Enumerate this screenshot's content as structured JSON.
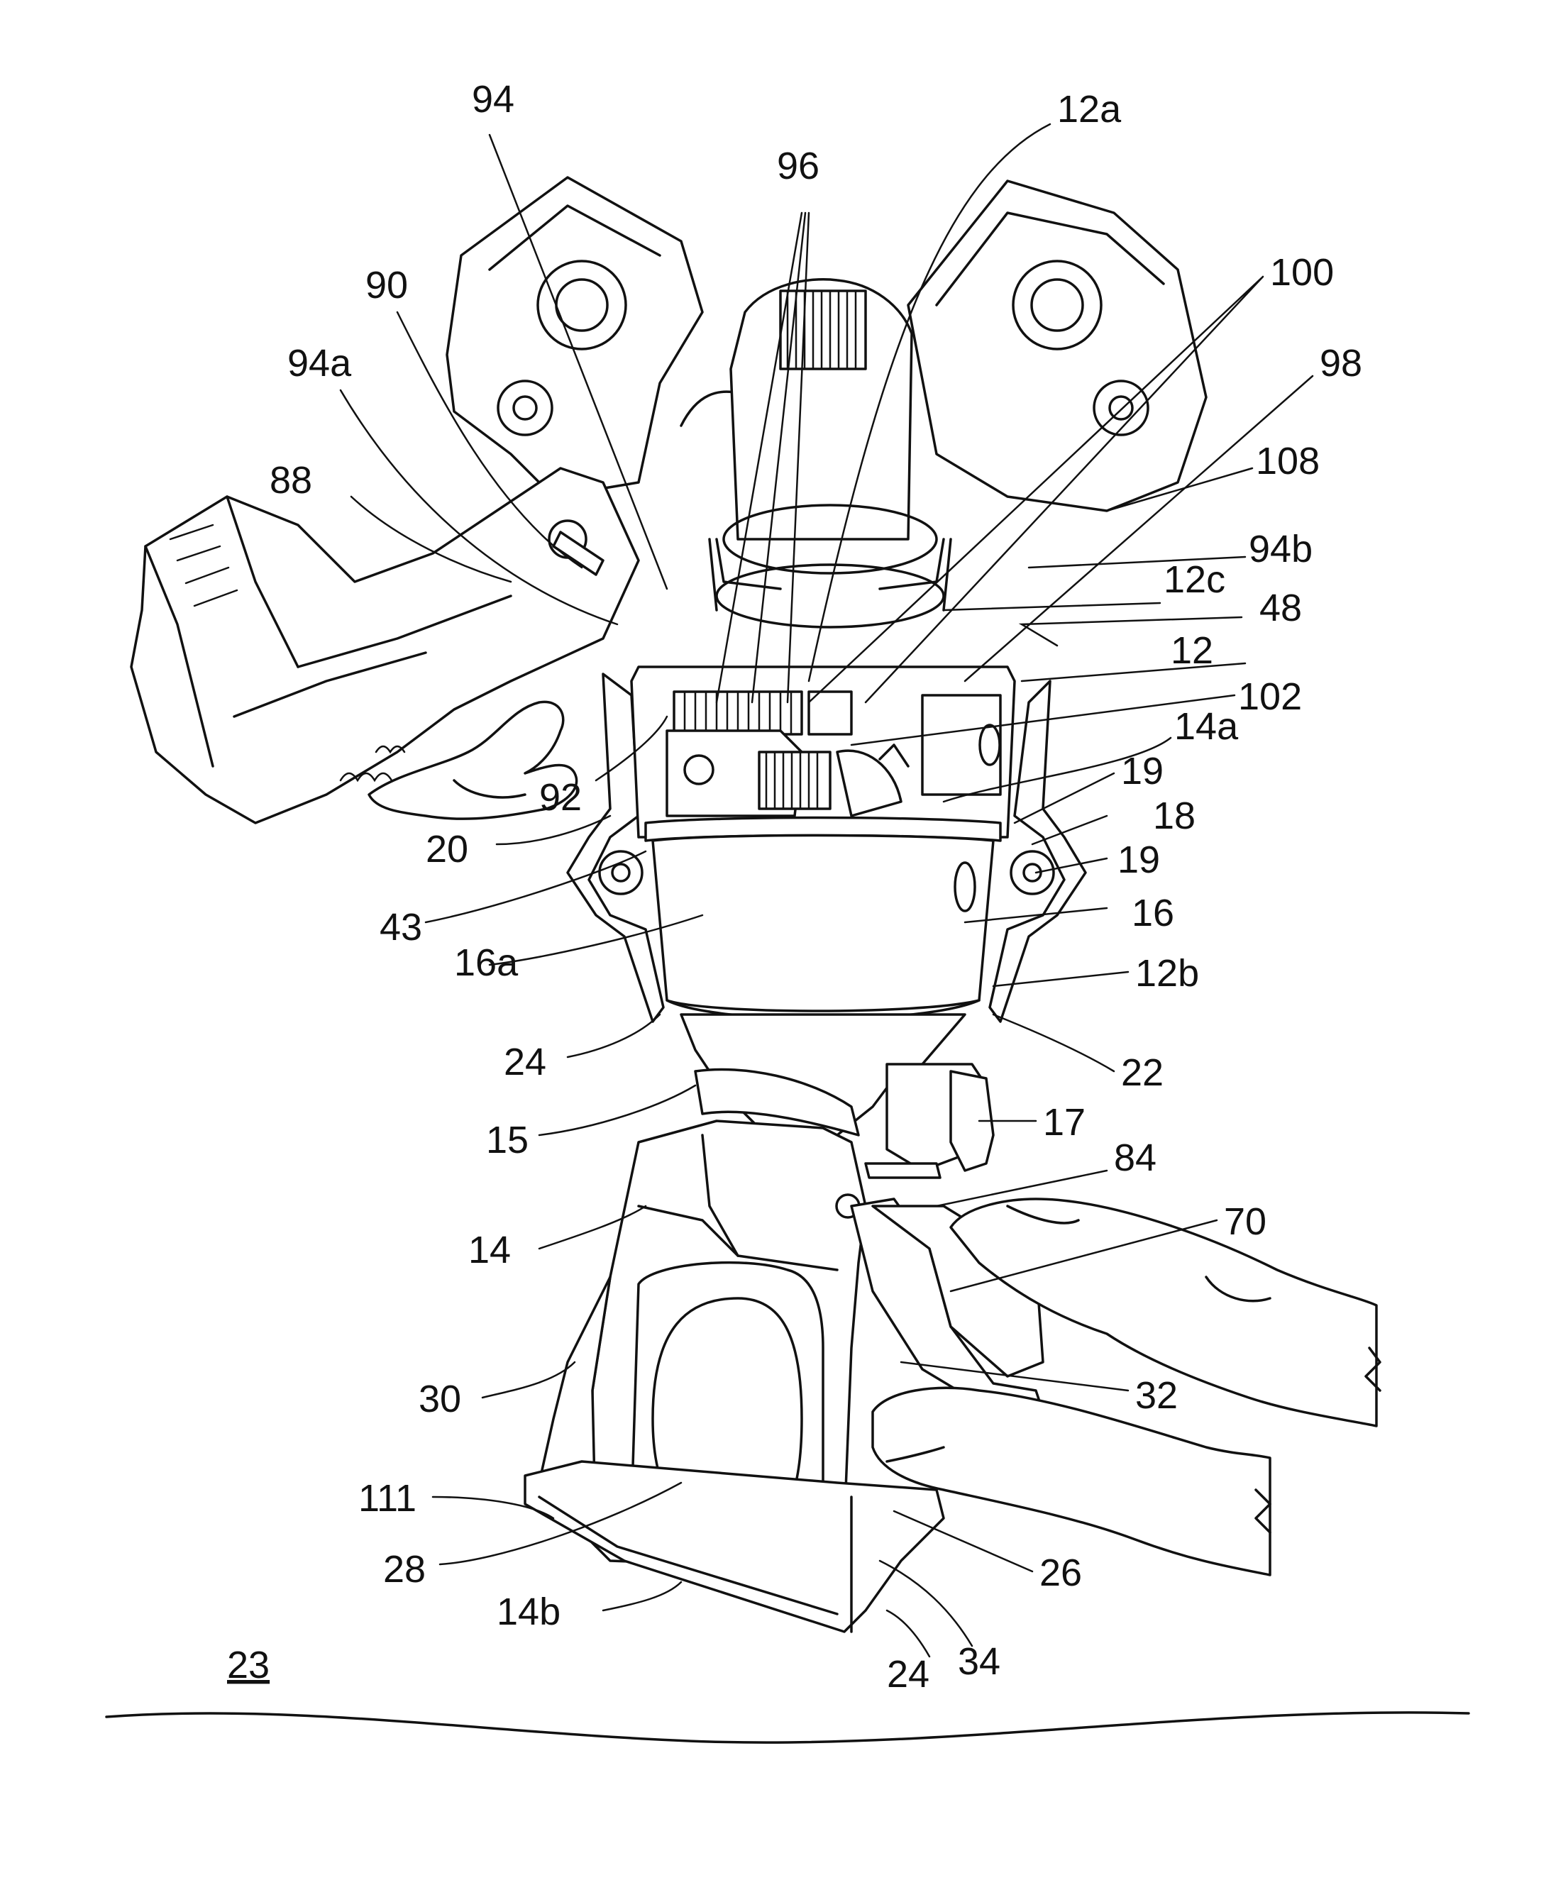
{
  "figure": {
    "labels": {
      "l94": "94",
      "l12a": "12a",
      "l96": "96",
      "l100": "100",
      "l90": "90",
      "l98": "98",
      "l94a": "94a",
      "l108": "108",
      "l88": "88",
      "l94b": "94b",
      "l12c": "12c",
      "l48": "48",
      "l12": "12",
      "l102": "102",
      "l14a": "14a",
      "l92": "92",
      "l19a": "19",
      "l18": "18",
      "l20": "20",
      "l19b": "19",
      "l43": "43",
      "l16": "16",
      "l16a": "16a",
      "l12b": "12b",
      "l24a": "24",
      "l22": "22",
      "l15": "15",
      "l17": "17",
      "l84": "84",
      "l14": "14",
      "l70": "70",
      "l30": "30",
      "l32": "32",
      "l111": "111",
      "l28": "28",
      "l26": "26",
      "l14b": "14b",
      "l23": "23",
      "l24b": "24",
      "l34": "34"
    }
  }
}
